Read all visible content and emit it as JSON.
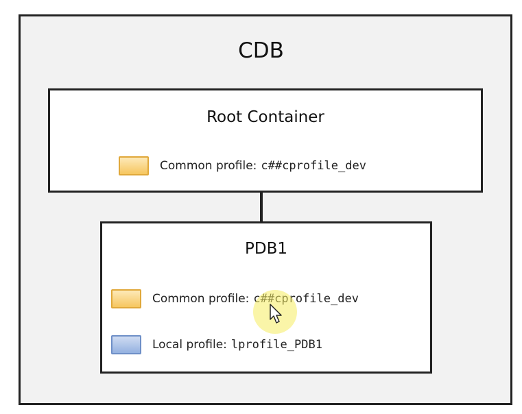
{
  "cdb": {
    "title": "CDB"
  },
  "root_container": {
    "title": "Root Container",
    "profiles": [
      {
        "label": "Common profile:",
        "value": "c##cprofile_dev",
        "kind": "common"
      }
    ]
  },
  "pdb1": {
    "title": "PDB1",
    "profiles": [
      {
        "label": "Common profile:",
        "value": "c##cprofile_dev",
        "kind": "common"
      },
      {
        "label": "Local profile:",
        "value": "lprofile_PDB1",
        "kind": "local"
      }
    ]
  },
  "colors": {
    "common_swatch": "#f6c65f",
    "local_swatch": "#94b1e0",
    "cursor_highlight": "#f5ec60"
  },
  "icons": {
    "cursor": "mouse-pointer-icon"
  }
}
